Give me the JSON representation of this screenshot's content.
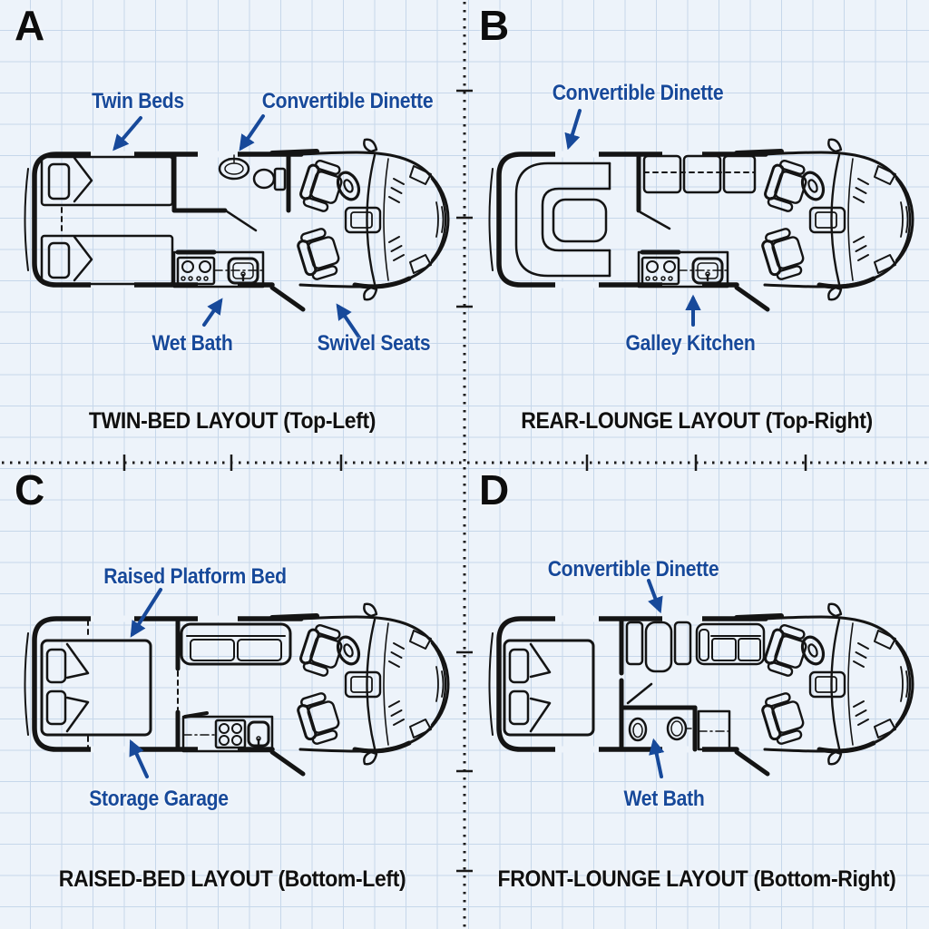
{
  "figure": {
    "type": "campervan-floorplan-comparison",
    "grid": "blueprint graph paper",
    "quadrant_divider": "dotted ruler cross"
  },
  "colors": {
    "annotation_blue": "#17499a",
    "linework_ink": "#141414",
    "paper": "#edf3fa",
    "grid_line": "#c6d7ea",
    "divider": "#1a1a1a"
  },
  "quadrants": [
    {
      "letter": "A",
      "caption": "TWIN-BED LAYOUT (Top-Left)",
      "labels": [
        "Twin Beds",
        "Convertible Dinette",
        "Wet Bath",
        "Swivel Seats"
      ]
    },
    {
      "letter": "B",
      "caption": "REAR-LOUNGE LAYOUT (Top-Right)",
      "labels": [
        "Convertible Dinette",
        "Galley Kitchen"
      ]
    },
    {
      "letter": "C",
      "caption": "RAISED-BED LAYOUT (Bottom-Left)",
      "labels": [
        "Raised Platform Bed",
        "Storage Garage"
      ]
    },
    {
      "letter": "D",
      "caption": "FRONT-LOUNGE LAYOUT (Bottom-Right)",
      "labels": [
        "Convertible Dinette",
        "Wet Bath"
      ]
    }
  ]
}
